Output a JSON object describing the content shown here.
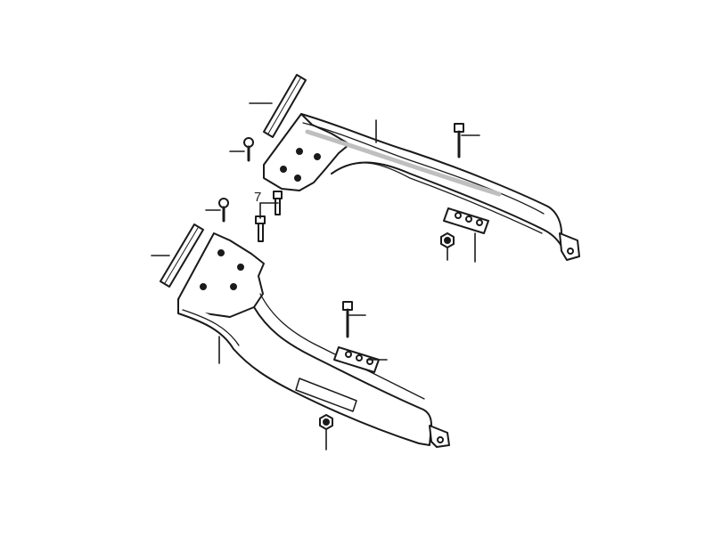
{
  "diagram": {
    "style": {
      "line_color": "#1a1a1a",
      "fill_color": "#ffffff",
      "shade_color": "#d9d9d9",
      "background": "#ffffff"
    },
    "callouts": [
      {
        "id": "pad-upper",
        "label": ""
      },
      {
        "id": "bolt-upper-left",
        "label": ""
      },
      {
        "id": "frame-upper",
        "label": ""
      },
      {
        "id": "bolt-upper-right",
        "label": ""
      },
      {
        "id": "bolt-center-pair",
        "label": "7"
      },
      {
        "id": "bolt-mid-left",
        "label": ""
      },
      {
        "id": "pad-lower",
        "label": ""
      },
      {
        "id": "frame-lower",
        "label": ""
      },
      {
        "id": "clamp-upper",
        "label": ""
      },
      {
        "id": "nut-upper",
        "label": ""
      },
      {
        "id": "bolt-lower-right",
        "label": ""
      },
      {
        "id": "clamp-lower",
        "label": ""
      },
      {
        "id": "nut-lower",
        "label": ""
      }
    ]
  }
}
